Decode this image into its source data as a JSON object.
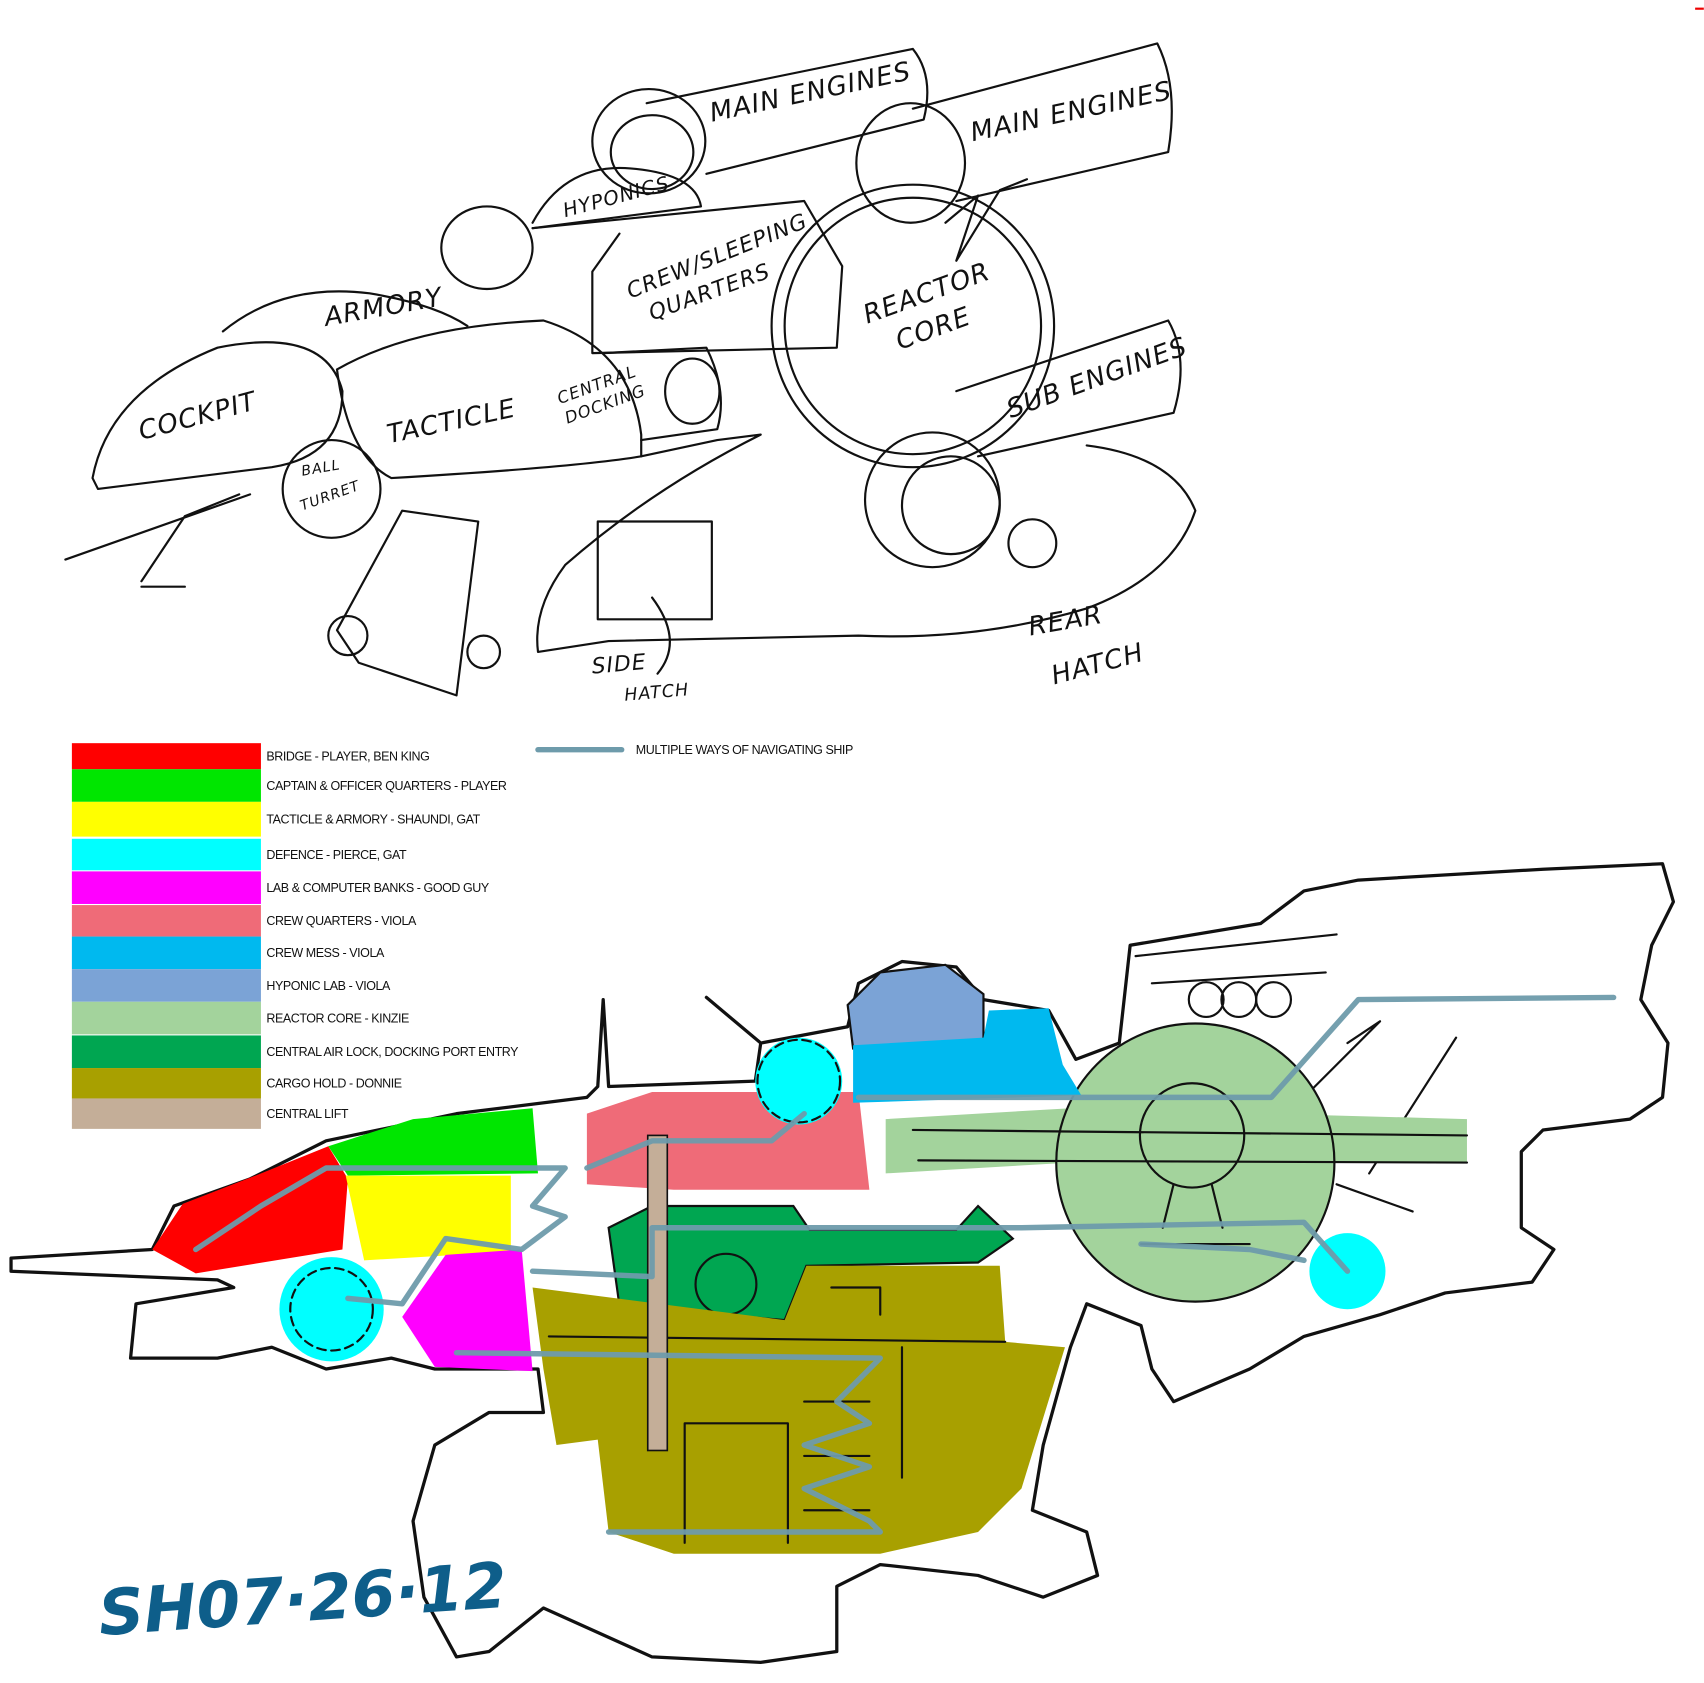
{
  "sketch": {
    "labels": {
      "main_engines_1": "MAIN ENGINES",
      "main_engines_2": "MAIN ENGINES",
      "hyponics": "HYPONICS",
      "crew_sleeping_1": "CREW/SLEEPING",
      "crew_sleeping_2": "QUARTERS",
      "armory": "ARMORY",
      "reactor_1": "REACTOR",
      "reactor_2": "CORE",
      "cockpit": "COCKPIT",
      "tacticle": "TACTICLE",
      "central_1": "CENTRAL",
      "central_2": "DOCKING",
      "sub_engines": "SUB ENGINES",
      "ball_1": "BALL",
      "ball_2": "TURRET",
      "side_1": "SIDE",
      "side_2": "HATCH",
      "rear_1": "REAR",
      "rear_2": "HATCH"
    }
  },
  "legend": {
    "items": [
      {
        "label": "BRIDGE - PLAYER, BEN KING",
        "color": "#ff0000"
      },
      {
        "label": "CAPTAIN & OFFICER QUARTERS - PLAYER",
        "color": "#00e600"
      },
      {
        "label": "TACTICLE & ARMORY - SHAUNDI, GAT",
        "color": "#ffff00"
      },
      {
        "label": "DEFENCE - PIERCE, GAT",
        "color": "#00ffff"
      },
      {
        "label": "LAB & COMPUTER BANKS - GOOD GUY",
        "color": "#ff00ff"
      },
      {
        "label": "CREW QUARTERS - VIOLA",
        "color": "#ef6b78"
      },
      {
        "label": "CREW MESS - VIOLA",
        "color": "#00b9ef"
      },
      {
        "label": "HYPONIC LAB - VIOLA",
        "color": "#7ba3d6"
      },
      {
        "label": "REACTOR CORE - KINZIE",
        "color": "#a3d39c"
      },
      {
        "label": "CENTRAL AIR LOCK, DOCKING PORT ENTRY",
        "color": "#00a651"
      },
      {
        "label": "CARGO HOLD - DONNIE",
        "color": "#a8a000"
      },
      {
        "label": "CENTRAL LIFT",
        "color": "#c4ae98"
      }
    ],
    "nav_label": "MULTIPLE WAYS OF NAVIGATING SHIP",
    "nav_color": "#6e9bab"
  },
  "signature": "SH07·26·12"
}
